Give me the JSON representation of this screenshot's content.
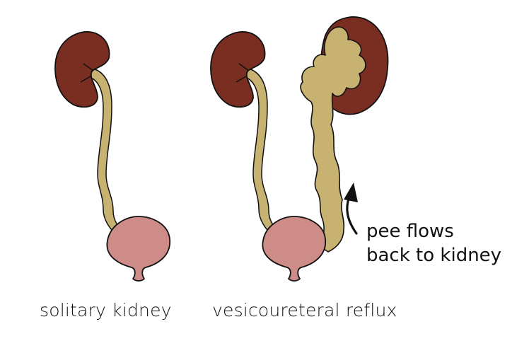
{
  "labels": {
    "left_caption": "solitary kidney",
    "right_caption": "vesicoureteral reflux",
    "annotation_line1": "pee flows",
    "annotation_line2": "back to kidney"
  },
  "icons": {
    "arrow": "curved-up-arrow-icon"
  },
  "colors": {
    "kidney": "#7a2e22",
    "ureter": "#c8b272",
    "bladder": "#cd8c88",
    "outline": "#111111",
    "text": "#111111",
    "background": "#ffffff"
  }
}
